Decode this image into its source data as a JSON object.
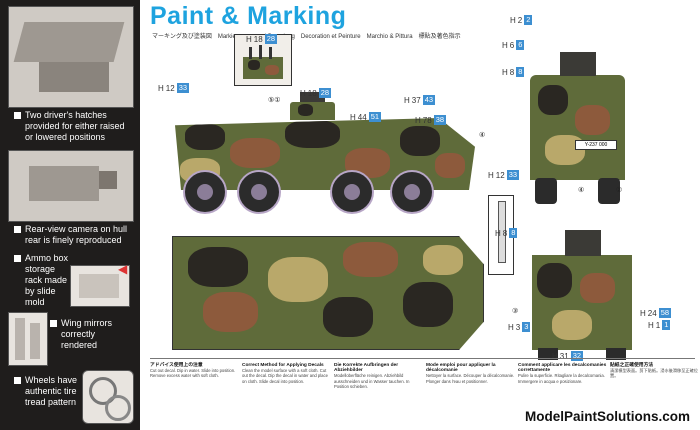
{
  "colors": {
    "title": "#1ea3df",
    "label_box": "#3d8fd1",
    "camo_green": "#5f6b3a",
    "camo_brown": "#8d5a3c",
    "camo_black": "#2a2722",
    "camo_khaki": "#b9a86a",
    "tire_rim": "#b7a6c6"
  },
  "title": "Paint & Marking",
  "languages": "マーキング及び塗装図　Markierungen und Bemalung　Decoration et Peinture　Marchio & Pittura　標貼及著色指示",
  "sidebar": [
    {
      "caption": "Two driver's hatches provided for either raised or lowered positions"
    },
    {
      "caption": "Rear-view camera on hull rear is finely reproduced"
    },
    {
      "caption": "Ammo box storage rack made by slide mold"
    },
    {
      "caption": "Wing mirrors correctly rendered"
    },
    {
      "caption": "Wheels have authentic tire tread pattern"
    }
  ],
  "labels": {
    "h18_inset": {
      "h": "H",
      "code": "18",
      "num": "28"
    },
    "h12_left": {
      "h": "H",
      "code": "12",
      "num": "33"
    },
    "h18_top": {
      "h": "H",
      "code": "18",
      "num": "28"
    },
    "h44": {
      "h": "H",
      "code": "44",
      "num": "51"
    },
    "h37": {
      "h": "H",
      "code": "37",
      "num": "43"
    },
    "h78": {
      "h": "H",
      "code": "78",
      "num": "38"
    },
    "h2": {
      "h": "H",
      "code": "2",
      "num": "2"
    },
    "h6": {
      "h": "H",
      "code": "6",
      "num": "6"
    },
    "h8_front": {
      "h": "H",
      "code": "8",
      "num": "8"
    },
    "h12_front": {
      "h": "H",
      "code": "12",
      "num": "33"
    },
    "h8_mid": {
      "h": "H",
      "code": "8",
      "num": "8"
    },
    "h24": {
      "h": "H",
      "code": "24",
      "num": "58"
    },
    "h1": {
      "h": "H",
      "code": "1",
      "num": "1"
    },
    "h3": {
      "h": "H",
      "code": "3",
      "num": "3"
    },
    "h31": {
      "h": "H",
      "code": "31",
      "num": "32"
    }
  },
  "callouts": {
    "c1": "①",
    "c2": "②",
    "c3": "③",
    "c4": "④",
    "c5": "⑤"
  },
  "plate": "Y-237 000",
  "notes": [
    {
      "head": "アドバイス使用上の注意",
      "body": "Cut out decal. Dip in water. Slide into position. Remove excess water with soft cloth."
    },
    {
      "head": "Correct Method for Applying Decals",
      "body": "Clean the model surface with a soft cloth. Cut out the decal. Dip the decal in water and place on cloth. Slide decal into position."
    },
    {
      "head": "Die Korrekte Aufbringen der Abziehbilder",
      "body": "Modelloberfläche reinigen. Abziehbild ausschneiden und in Wasser tauchen. In Position schieben."
    },
    {
      "head": "Mode emploi pour appliquer la décalcomanie",
      "body": "Nettoyer la surface. Découper la décalcomanie. Plonger dans l'eau et positionner."
    },
    {
      "head": "Comment applicare les decalcomanies correttamente",
      "body": "Pulire la superficie. Ritagliare la decalcomania. Immergere in acqua e posizionare."
    },
    {
      "head": "貼紙之正確使用方法",
      "body": "清潔模型表面。剪下貼紙。浸水後滑移至正確位置。"
    }
  ],
  "watermark": "ModelPaintSolutions.com"
}
